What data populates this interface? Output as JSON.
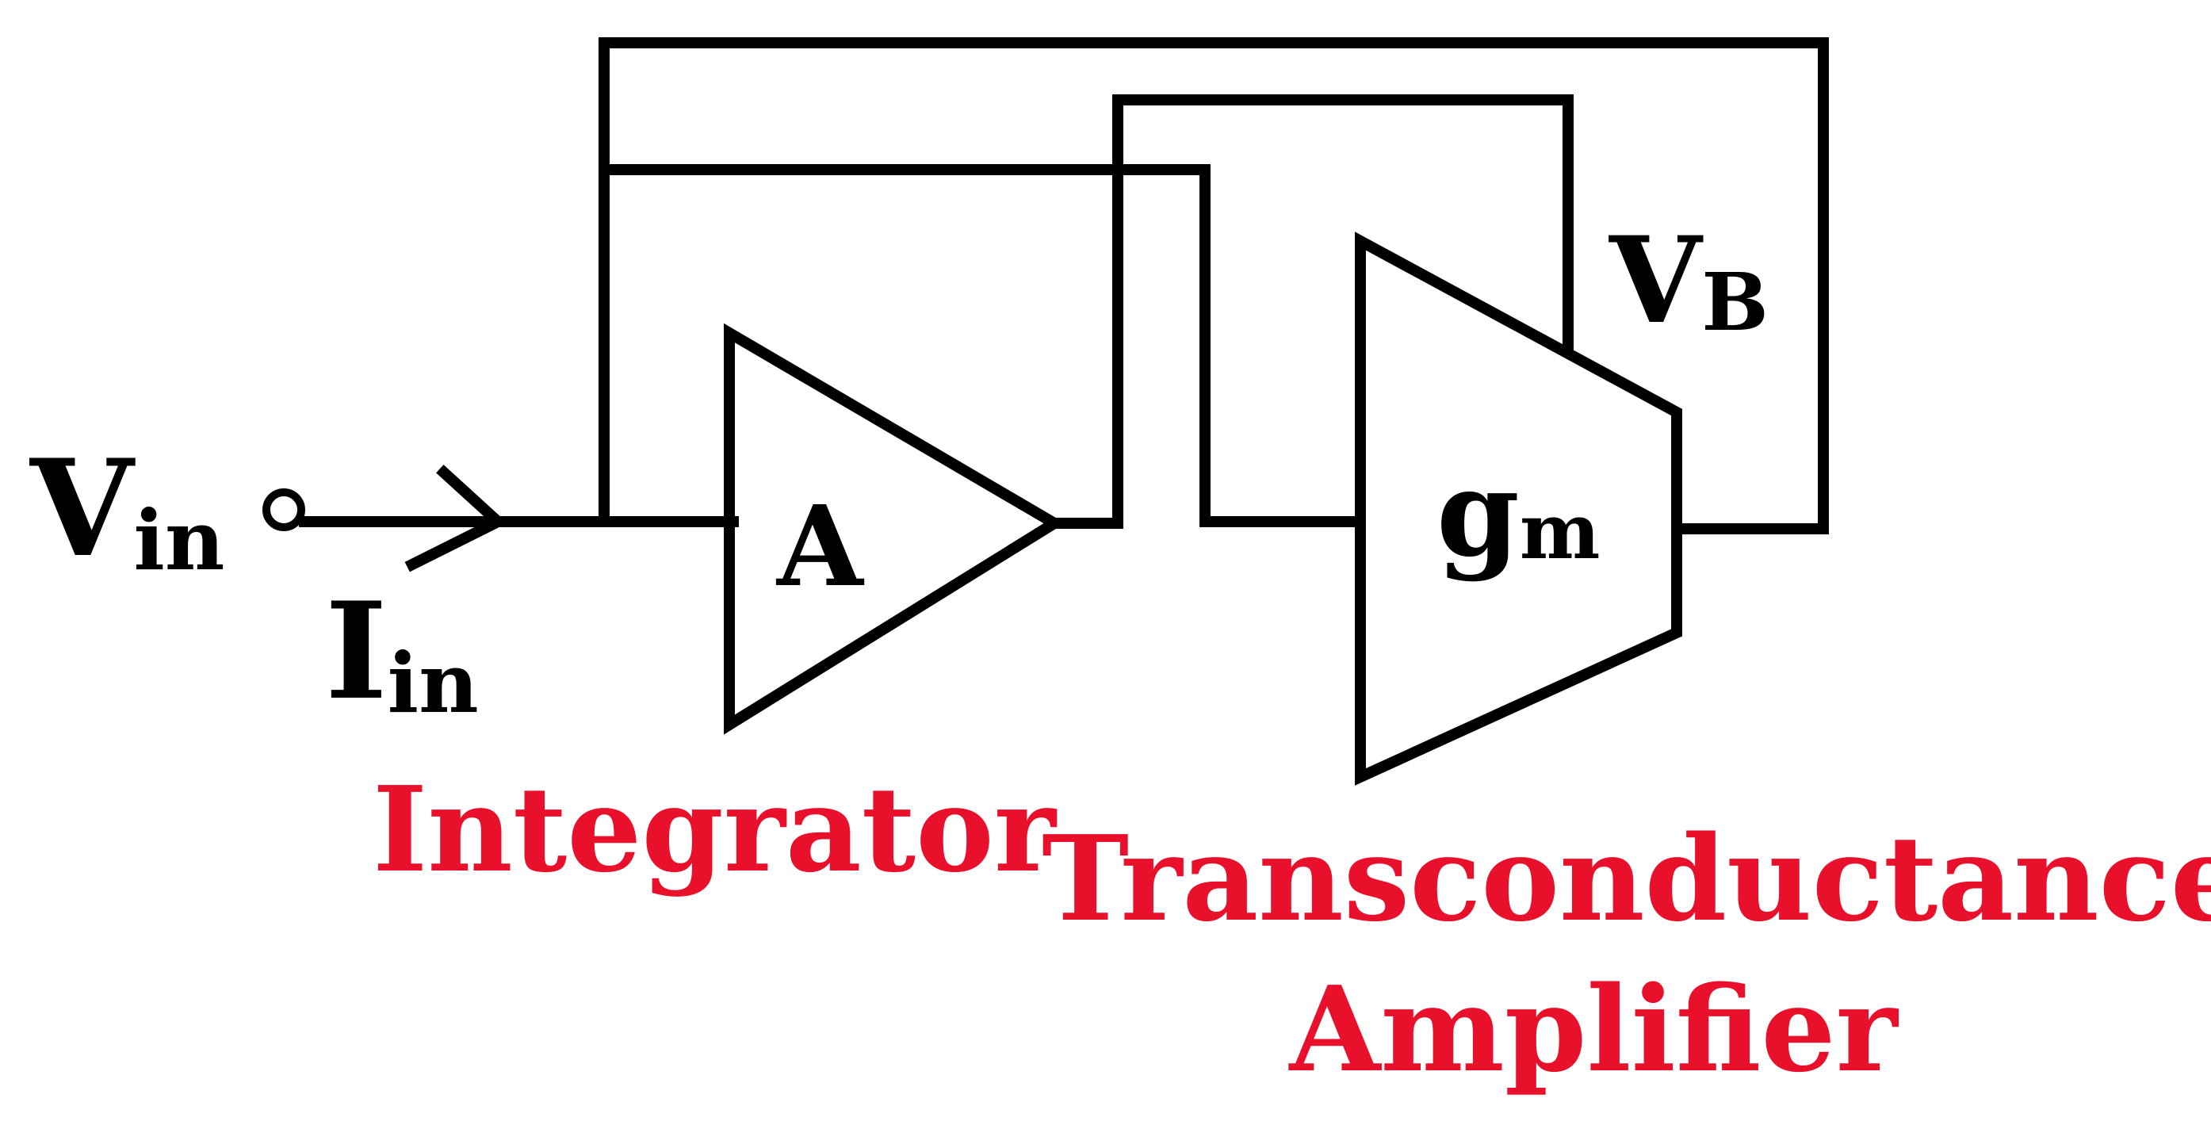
{
  "labels": {
    "vin_main": "V",
    "vin_sub": "in",
    "iin_main": "I",
    "iin_sub": "in",
    "amp_a": "A",
    "gm_main": "g",
    "gm_sub": "m",
    "vb_main": "V",
    "vb_sub": "B"
  },
  "captions": {
    "integrator": "Integrator",
    "ota_line1": "Transconductance",
    "ota_line2": "Amplifier"
  },
  "colors": {
    "wire": "#000000",
    "caption": "#e8102a"
  }
}
